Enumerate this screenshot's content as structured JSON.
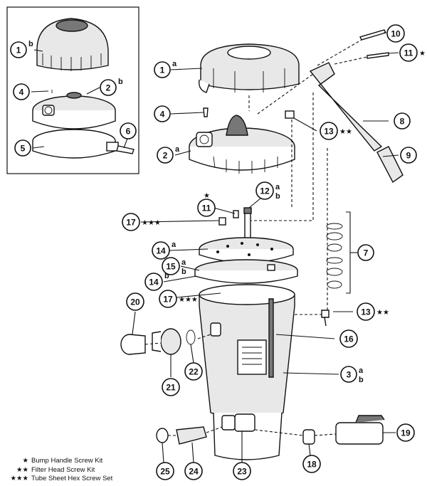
{
  "diagram": {
    "callouts": [
      {
        "id": "c1b",
        "num": "1",
        "sub": "b",
        "stars": ""
      },
      {
        "id": "c2b",
        "num": "2",
        "sub": "b",
        "stars": ""
      },
      {
        "id": "c4i",
        "num": "4",
        "sub": "",
        "stars": ""
      },
      {
        "id": "c5",
        "num": "5",
        "sub": "",
        "stars": ""
      },
      {
        "id": "c6",
        "num": "6",
        "sub": "",
        "stars": ""
      },
      {
        "id": "c1a",
        "num": "1",
        "sub": "a",
        "stars": ""
      },
      {
        "id": "c4",
        "num": "4",
        "sub": "",
        "stars": ""
      },
      {
        "id": "c2a",
        "num": "2",
        "sub": "a",
        "stars": ""
      },
      {
        "id": "c10",
        "num": "10",
        "sub": "",
        "stars": ""
      },
      {
        "id": "c11t",
        "num": "11",
        "sub": "",
        "stars": "★"
      },
      {
        "id": "c8",
        "num": "8",
        "sub": "",
        "stars": ""
      },
      {
        "id": "c13t",
        "num": "13",
        "sub": "",
        "stars": "★★"
      },
      {
        "id": "c9",
        "num": "9",
        "sub": "",
        "stars": ""
      },
      {
        "id": "c11",
        "num": "11",
        "sub": "",
        "stars": "★"
      },
      {
        "id": "c12",
        "num": "12",
        "sub": "a",
        "sub2": "b",
        "stars": ""
      },
      {
        "id": "c17t",
        "num": "17",
        "sub": "",
        "stars": "★★★"
      },
      {
        "id": "c14a",
        "num": "14",
        "sub": "a",
        "stars": ""
      },
      {
        "id": "c15",
        "num": "15",
        "sub": "a",
        "sub2": "b",
        "stars": ""
      },
      {
        "id": "c14b",
        "num": "14",
        "sub": "b",
        "stars": ""
      },
      {
        "id": "c17b",
        "num": "17",
        "sub": "",
        "stars": "★★★"
      },
      {
        "id": "c7",
        "num": "7",
        "sub": "",
        "stars": ""
      },
      {
        "id": "c13b",
        "num": "13",
        "sub": "",
        "stars": "★★"
      },
      {
        "id": "c20",
        "num": "20",
        "sub": "",
        "stars": ""
      },
      {
        "id": "c16",
        "num": "16",
        "sub": "",
        "stars": ""
      },
      {
        "id": "c22",
        "num": "22",
        "sub": "",
        "stars": ""
      },
      {
        "id": "c21",
        "num": "21",
        "sub": "",
        "stars": ""
      },
      {
        "id": "c3",
        "num": "3",
        "sub": "a",
        "sub2": "b",
        "stars": ""
      },
      {
        "id": "c19",
        "num": "19",
        "sub": "",
        "stars": ""
      },
      {
        "id": "c25",
        "num": "25",
        "sub": "",
        "stars": ""
      },
      {
        "id": "c24",
        "num": "24",
        "sub": "",
        "stars": ""
      },
      {
        "id": "c23",
        "num": "23",
        "sub": "",
        "stars": ""
      },
      {
        "id": "c18",
        "num": "18",
        "sub": "",
        "stars": ""
      }
    ]
  },
  "legend": [
    {
      "stars": "★",
      "label": "Bump Handle Screw Kit"
    },
    {
      "stars": "★★",
      "label": "Filter Head Screw Kit"
    },
    {
      "stars": "★★★",
      "label": "Tube Sheet Hex Screw Set"
    }
  ]
}
